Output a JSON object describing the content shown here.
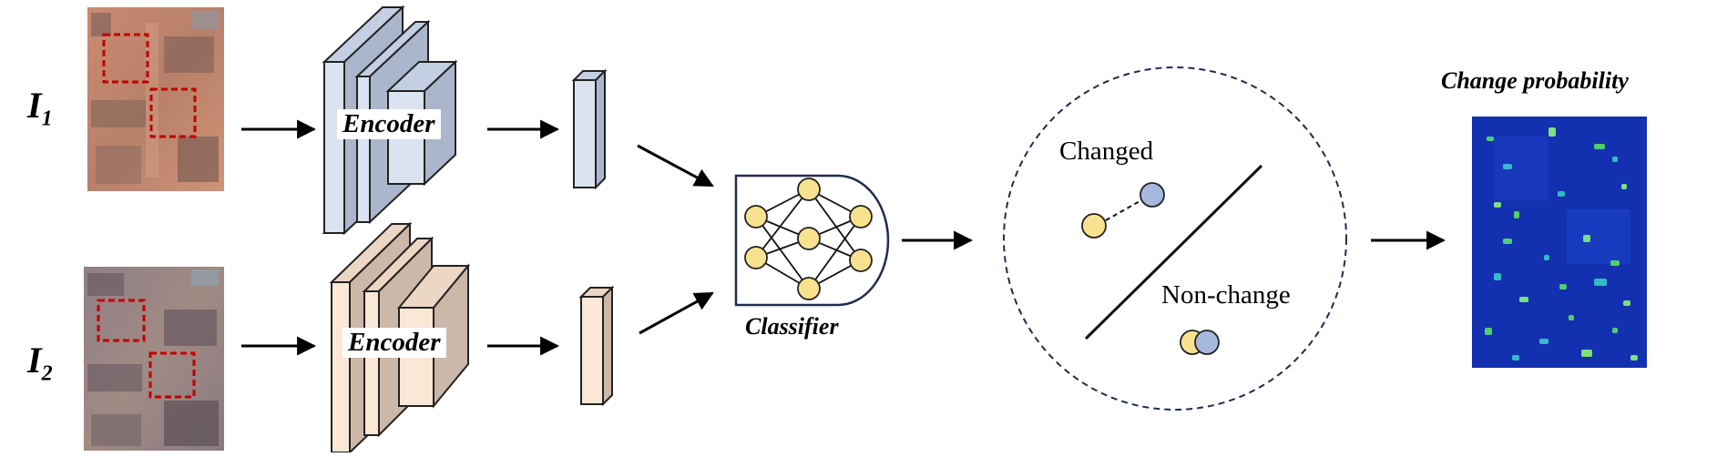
{
  "inputs": [
    {
      "symbol": "I",
      "subscript": "1"
    },
    {
      "symbol": "I",
      "subscript": "2"
    }
  ],
  "encoder_label": "Encoder",
  "classifier_label": "Classifier",
  "space": {
    "changed_label": "Changed",
    "nonchange_label": "Non-change"
  },
  "output_title": "Change probability",
  "colors": {
    "encoder_top": "#dbe3f1",
    "encoder_bottom": "#fbe7d6",
    "node": "#f9e28f",
    "node_blue": "#a6b8de",
    "box_red": "#c00000",
    "circle_dash": "#1f2d4d",
    "prob_map": "#1533b8"
  }
}
